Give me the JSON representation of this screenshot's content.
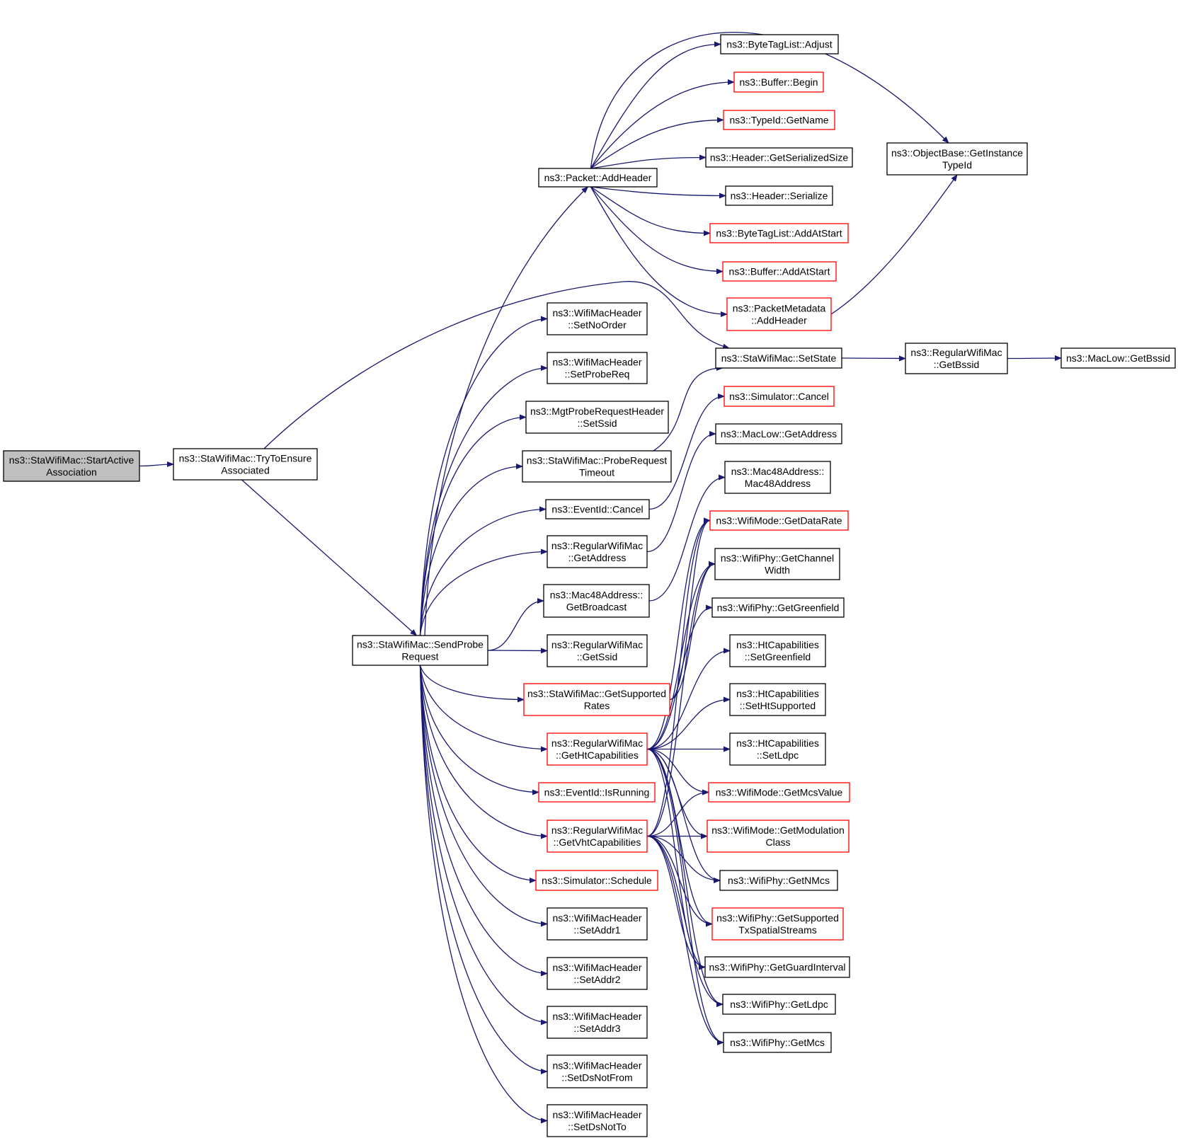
{
  "colors": {
    "edge": "#191970",
    "border_normal": "#000000",
    "border_truncated": "#ff0000",
    "root_fill": "#bfbfbf"
  },
  "nodes": [
    {
      "id": "start",
      "lines": [
        "ns3::StaWifiMac::StartActive",
        "Association"
      ],
      "style": "root"
    },
    {
      "id": "tryensure",
      "lines": [
        "ns3::StaWifiMac::TryToEnsure",
        "Associated"
      ],
      "style": "normal"
    },
    {
      "id": "sendprobe",
      "lines": [
        "ns3::StaWifiMac::SendProbe",
        "Request"
      ],
      "style": "normal"
    },
    {
      "id": "addheader",
      "lines": [
        "ns3::Packet::AddHeader"
      ],
      "style": "normal"
    },
    {
      "id": "btl_adjust",
      "lines": [
        "ns3::ByteTagList::Adjust"
      ],
      "style": "normal"
    },
    {
      "id": "buf_begin",
      "lines": [
        "ns3::Buffer::Begin"
      ],
      "style": "truncated"
    },
    {
      "id": "typeid_getname",
      "lines": [
        "ns3::TypeId::GetName"
      ],
      "style": "truncated"
    },
    {
      "id": "hdr_getsersize",
      "lines": [
        "ns3::Header::GetSerializedSize"
      ],
      "style": "normal"
    },
    {
      "id": "hdr_serialize",
      "lines": [
        "ns3::Header::Serialize"
      ],
      "style": "normal"
    },
    {
      "id": "btl_addatstart",
      "lines": [
        "ns3::ByteTagList::AddAtStart"
      ],
      "style": "truncated"
    },
    {
      "id": "buf_addatstart",
      "lines": [
        "ns3::Buffer::AddAtStart"
      ],
      "style": "truncated"
    },
    {
      "id": "pm_addheader",
      "lines": [
        "ns3::PacketMetadata",
        "::AddHeader"
      ],
      "style": "truncated"
    },
    {
      "id": "objbase_getinst",
      "lines": [
        "ns3::ObjectBase::GetInstance",
        "TypeId"
      ],
      "style": "normal"
    },
    {
      "id": "setstate",
      "lines": [
        "ns3::StaWifiMac::SetState"
      ],
      "style": "normal"
    },
    {
      "id": "rwm_getbssid",
      "lines": [
        "ns3::RegularWifiMac",
        "::GetBssid"
      ],
      "style": "normal"
    },
    {
      "id": "maclow_getbssid",
      "lines": [
        "ns3::MacLow::GetBssid"
      ],
      "style": "normal"
    },
    {
      "id": "setnoorder",
      "lines": [
        "ns3::WifiMacHeader",
        "::SetNoOrder"
      ],
      "style": "normal"
    },
    {
      "id": "setprobereq",
      "lines": [
        "ns3::WifiMacHeader",
        "::SetProbeReq"
      ],
      "style": "normal"
    },
    {
      "id": "mgt_setssid",
      "lines": [
        "ns3::MgtProbeRequestHeader",
        "::SetSsid"
      ],
      "style": "normal"
    },
    {
      "id": "probereq_timeout",
      "lines": [
        "ns3::StaWifiMac::ProbeRequest",
        "Timeout"
      ],
      "style": "normal"
    },
    {
      "id": "eventid_cancel",
      "lines": [
        "ns3::EventId::Cancel"
      ],
      "style": "normal"
    },
    {
      "id": "rwm_getaddress",
      "lines": [
        "ns3::RegularWifiMac",
        "::GetAddress"
      ],
      "style": "normal"
    },
    {
      "id": "mac48_getbcast",
      "lines": [
        "ns3::Mac48Address::",
        "GetBroadcast"
      ],
      "style": "normal"
    },
    {
      "id": "rwm_getssid",
      "lines": [
        "ns3::RegularWifiMac",
        "::GetSsid"
      ],
      "style": "normal"
    },
    {
      "id": "getsupported",
      "lines": [
        "ns3::StaWifiMac::GetSupported",
        "Rates"
      ],
      "style": "truncated"
    },
    {
      "id": "getht",
      "lines": [
        "ns3::RegularWifiMac",
        "::GetHtCapabilities"
      ],
      "style": "truncated"
    },
    {
      "id": "isrunning",
      "lines": [
        "ns3::EventId::IsRunning"
      ],
      "style": "truncated"
    },
    {
      "id": "getvht",
      "lines": [
        "ns3::RegularWifiMac",
        "::GetVhtCapabilities"
      ],
      "style": "truncated"
    },
    {
      "id": "sim_schedule",
      "lines": [
        "ns3::Simulator::Schedule"
      ],
      "style": "truncated"
    },
    {
      "id": "setaddr1",
      "lines": [
        "ns3::WifiMacHeader",
        "::SetAddr1"
      ],
      "style": "normal"
    },
    {
      "id": "setaddr2",
      "lines": [
        "ns3::WifiMacHeader",
        "::SetAddr2"
      ],
      "style": "normal"
    },
    {
      "id": "setaddr3",
      "lines": [
        "ns3::WifiMacHeader",
        "::SetAddr3"
      ],
      "style": "normal"
    },
    {
      "id": "setdsnotfrom",
      "lines": [
        "ns3::WifiMacHeader",
        "::SetDsNotFrom"
      ],
      "style": "normal"
    },
    {
      "id": "setdsnotto",
      "lines": [
        "ns3::WifiMacHeader",
        "::SetDsNotTo"
      ],
      "style": "normal"
    },
    {
      "id": "sim_cancel",
      "lines": [
        "ns3::Simulator::Cancel"
      ],
      "style": "truncated"
    },
    {
      "id": "maclow_getaddr",
      "lines": [
        "ns3::MacLow::GetAddress"
      ],
      "style": "normal"
    },
    {
      "id": "mac48_ctor",
      "lines": [
        "ns3::Mac48Address::",
        "Mac48Address"
      ],
      "style": "normal"
    },
    {
      "id": "wm_getdatarate",
      "lines": [
        "ns3::WifiMode::GetDataRate"
      ],
      "style": "truncated"
    },
    {
      "id": "phy_getchwidth",
      "lines": [
        "ns3::WifiPhy::GetChannel",
        "Width"
      ],
      "style": "normal"
    },
    {
      "id": "phy_getgreen",
      "lines": [
        "ns3::WifiPhy::GetGreenfield"
      ],
      "style": "normal"
    },
    {
      "id": "ht_setgreen",
      "lines": [
        "ns3::HtCapabilities",
        "::SetGreenfield"
      ],
      "style": "normal"
    },
    {
      "id": "ht_sethtsup",
      "lines": [
        "ns3::HtCapabilities",
        "::SetHtSupported"
      ],
      "style": "normal"
    },
    {
      "id": "ht_setldpc",
      "lines": [
        "ns3::HtCapabilities",
        "::SetLdpc"
      ],
      "style": "normal"
    },
    {
      "id": "wm_getmcsval",
      "lines": [
        "ns3::WifiMode::GetMcsValue"
      ],
      "style": "truncated"
    },
    {
      "id": "wm_getmodclass",
      "lines": [
        "ns3::WifiMode::GetModulation",
        "Class"
      ],
      "style": "truncated"
    },
    {
      "id": "phy_getnmcs",
      "lines": [
        "ns3::WifiPhy::GetNMcs"
      ],
      "style": "normal"
    },
    {
      "id": "phy_getsuptx",
      "lines": [
        "ns3::WifiPhy::GetSupported",
        "TxSpatialStreams"
      ],
      "style": "truncated"
    },
    {
      "id": "phy_getgi",
      "lines": [
        "ns3::WifiPhy::GetGuardInterval"
      ],
      "style": "normal"
    },
    {
      "id": "phy_getldpc",
      "lines": [
        "ns3::WifiPhy::GetLdpc"
      ],
      "style": "normal"
    },
    {
      "id": "phy_getmcs",
      "lines": [
        "ns3::WifiPhy::GetMcs"
      ],
      "style": "normal"
    }
  ]
}
